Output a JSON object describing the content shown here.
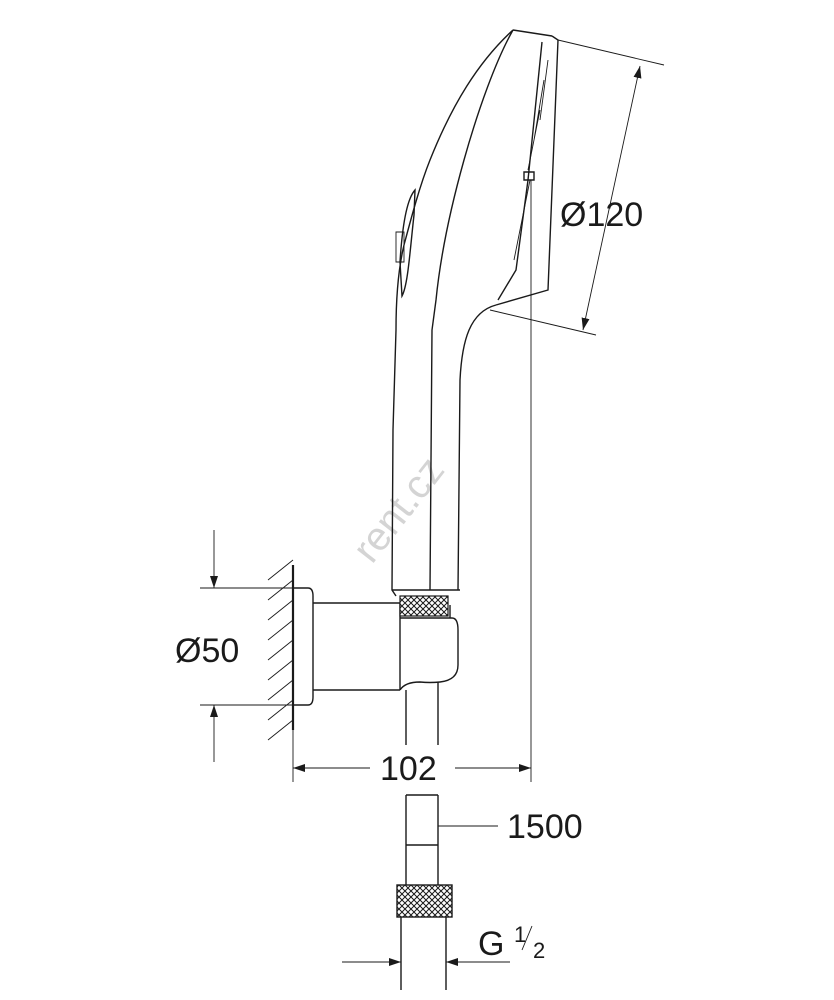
{
  "dimensions": {
    "head_diameter": "Ø120",
    "holder_diameter": "Ø50",
    "projection": "102",
    "hose_length": "1500",
    "thread": {
      "prefix": "G",
      "numerator": "1",
      "denominator": "2"
    }
  },
  "watermark": "rent.cz",
  "colors": {
    "line": "#1a1a1a",
    "watermark": "#d4d4d4",
    "background": "#ffffff"
  }
}
